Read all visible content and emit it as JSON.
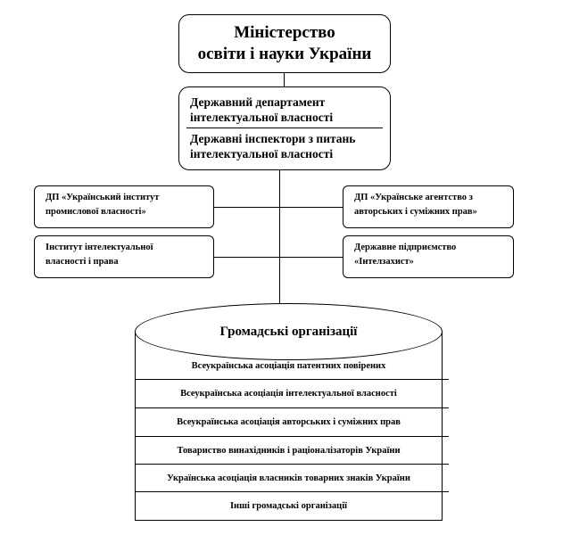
{
  "ministry": {
    "line1": "Міністерство",
    "line2": "освіти і науки України"
  },
  "department": {
    "title_line1": "Державний департамент",
    "title_line2": "інтелектуальної власності",
    "inspectors_line1": "Державні інспектори з питань",
    "inspectors_line2": "інтелектуальної власності"
  },
  "subordinates": [
    {
      "line1": "ДП «Український інститут",
      "line2": "промислової власності»"
    },
    {
      "line1": "ДП «Українське агентство з",
      "line2": "авторських і суміжних прав»"
    },
    {
      "line1": "Інститут інтелектуальної",
      "line2": "власності і права"
    },
    {
      "line1": "Державне підприємство",
      "line2": "«Інтелзахист»"
    }
  ],
  "public_orgs": {
    "title": "Громадські організації",
    "items": [
      "Всеукраїнська асоціація патентних повірених",
      "Всеукраїнська асоціація інтелектуальної власності",
      "Всеукраїнська асоціація авторських і суміжних прав",
      "Товариство винахідників і раціоналізаторів України",
      "Українська асоціація власників товарних знаків України",
      "Інші громадські організації"
    ]
  }
}
